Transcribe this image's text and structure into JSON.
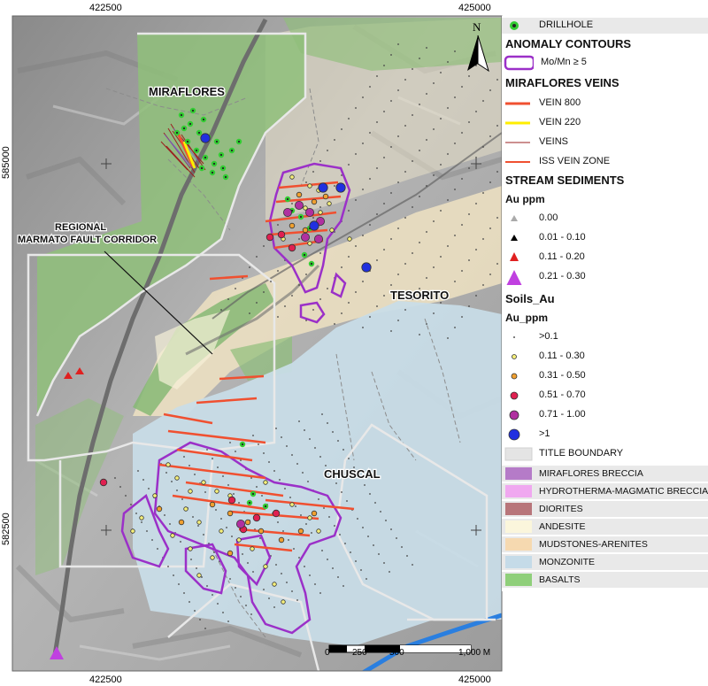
{
  "map": {
    "coords": {
      "x_left": "422500",
      "x_right": "425000",
      "y_top": "585000",
      "y_bottom": "582500"
    },
    "labels": {
      "miraflores": "MIRAFLORES",
      "regional_line1": "REGIONAL",
      "regional_line2": "MARMATO FAULT CORRIDOR",
      "tesorito": "TESORITO",
      "chuscal": "CHUSCAL"
    },
    "north": "N",
    "scale": {
      "t0": "0",
      "t1": "250",
      "t2": "500",
      "t3": "1,000 M"
    },
    "colors": {
      "basalt": "#8fbf7a",
      "monzonite": "#c5dbe8",
      "mudstone": "#f0dfb8",
      "andesite": "#fbf6dc",
      "vein800": "#f05030",
      "vein220": "#ffee00",
      "anomaly": "#9b30c8",
      "boundary": "#e8e8e8",
      "drillhole": "#33cc33",
      "river": "#2a7fe0"
    }
  },
  "legend": {
    "drillhole": "DRILLHOLE",
    "anomaly_title": "ANOMALY CONTOURS",
    "anomaly_item": "Mo/Mn ≥ 5",
    "veins_title": "MIRAFLORES VEINS",
    "vein800": "VEIN 800",
    "vein220": "VEIN 220",
    "veins": "VEINS",
    "iss": "ISS VEIN ZONE",
    "stream_title": "STREAM SEDIMENTS",
    "au_ppm": "Au ppm",
    "stream_items": [
      "0.00",
      "0.01 - 0.10",
      "0.11 - 0.20",
      "0.21 - 0.30"
    ],
    "soils_title": "Soils_Au",
    "au_ppm2": "Au_ppm",
    "soil_items": [
      ">0.1",
      "0.11 - 0.30",
      "0.31 - 0.50",
      "0.51 - 0.70",
      "0.71 - 1.00",
      ">1"
    ],
    "title_boundary": "TITLE BOUNDARY",
    "geology": [
      {
        "label": "MIRAFLORES BRECCIA",
        "color": "#b57bc8"
      },
      {
        "label": "HYDROTHERMA-MAGMATIC BRECCIAS",
        "color": "#f0a8f0"
      },
      {
        "label": "DIORITES",
        "color": "#b8757a"
      },
      {
        "label": "ANDESITE",
        "color": "#fbf6dc"
      },
      {
        "label": "MUDSTONES-ARENITES",
        "color": "#f6d9b0"
      },
      {
        "label": "MONZONITE",
        "color": "#c5dbe8"
      },
      {
        "label": "BASALTS",
        "color": "#8fcf7a"
      }
    ]
  }
}
